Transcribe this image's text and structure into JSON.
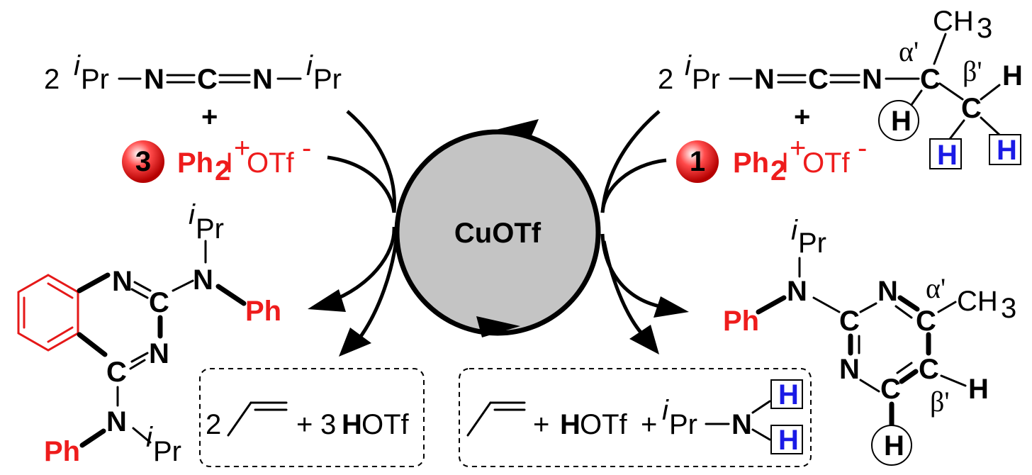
{
  "catalyst": {
    "label": "CuOTf"
  },
  "reagents_left": {
    "coefficient": "2",
    "compound_number": "3"
  },
  "reagents_right": {
    "coefficient": "2",
    "compound_number": "1"
  },
  "byproducts_left": {
    "coefficient_ethylene": "2",
    "coefficient_acid": "3"
  },
  "labels": {
    "i": "i",
    "pr": "Pr",
    "N": "N",
    "C": "C",
    "H": "H",
    "Ph": "Ph",
    "I": "I",
    "OTf": "OTf",
    "CH": "CH",
    "two": "2",
    "three": "3",
    "plus": "+",
    "minus": "-",
    "alpha_prime": "α'",
    "beta_prime": "β'"
  }
}
